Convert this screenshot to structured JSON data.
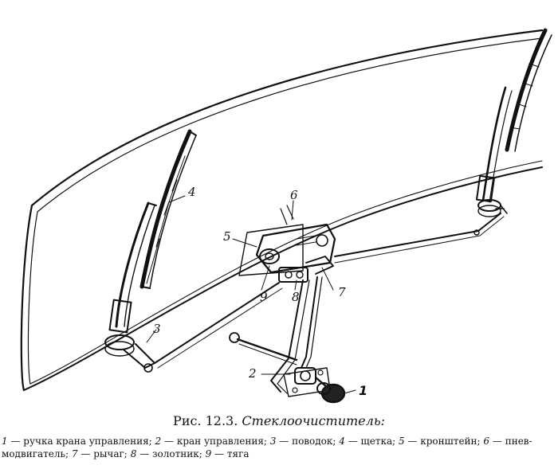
{
  "figure": {
    "callouts": {
      "c1": "1",
      "c2": "2",
      "c3": "3",
      "c4": "4",
      "c5": "5",
      "c6": "6",
      "c7": "7",
      "c8": "8",
      "c9": "9"
    }
  },
  "caption": {
    "title_prefix": "Рис. 12.3.",
    "title_text": "Стеклоочиститель:",
    "legend": [
      {
        "num": "1",
        "text": "ручка крана управления;"
      },
      {
        "num": "2",
        "text": "кран управления;"
      },
      {
        "num": "3",
        "text": "поводок;"
      },
      {
        "num": "4",
        "text": "щетка;"
      },
      {
        "num": "5",
        "text": "кронштейн;"
      },
      {
        "num": "6",
        "text": "пнев-"
      },
      {
        "num": "",
        "text": "модвигатель;"
      },
      {
        "num": "7",
        "text": "рычаг;"
      },
      {
        "num": "8",
        "text": "золотник;"
      },
      {
        "num": "9",
        "text": "тяга"
      }
    ],
    "dash": "—"
  }
}
